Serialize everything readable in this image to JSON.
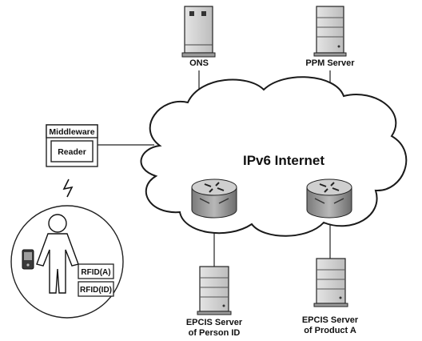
{
  "nodes": {
    "ons": {
      "label": "ONS",
      "icon": "server-icon"
    },
    "ppm": {
      "label": "PPM Server",
      "icon": "server-icon"
    },
    "middleware": {
      "label": "Middleware",
      "reader_label": "Reader"
    },
    "internet": {
      "label": "IPv6 Internet",
      "icon": "cloud-icon"
    },
    "router_left": {
      "icon": "router-icon"
    },
    "router_right": {
      "icon": "router-icon"
    },
    "epcis_person": {
      "label_line1": "EPCIS Server",
      "label_line2": "of Person ID",
      "icon": "server-icon"
    },
    "epcis_product": {
      "label_line1": "EPCIS Server",
      "label_line2": "of Product A",
      "icon": "server-icon"
    },
    "person": {
      "icon": "person-icon",
      "device_icon": "pda-icon",
      "tags": [
        "RFID(A)",
        "RFID(ID)"
      ]
    },
    "wireless": {
      "icon": "wireless-signal-icon"
    }
  }
}
